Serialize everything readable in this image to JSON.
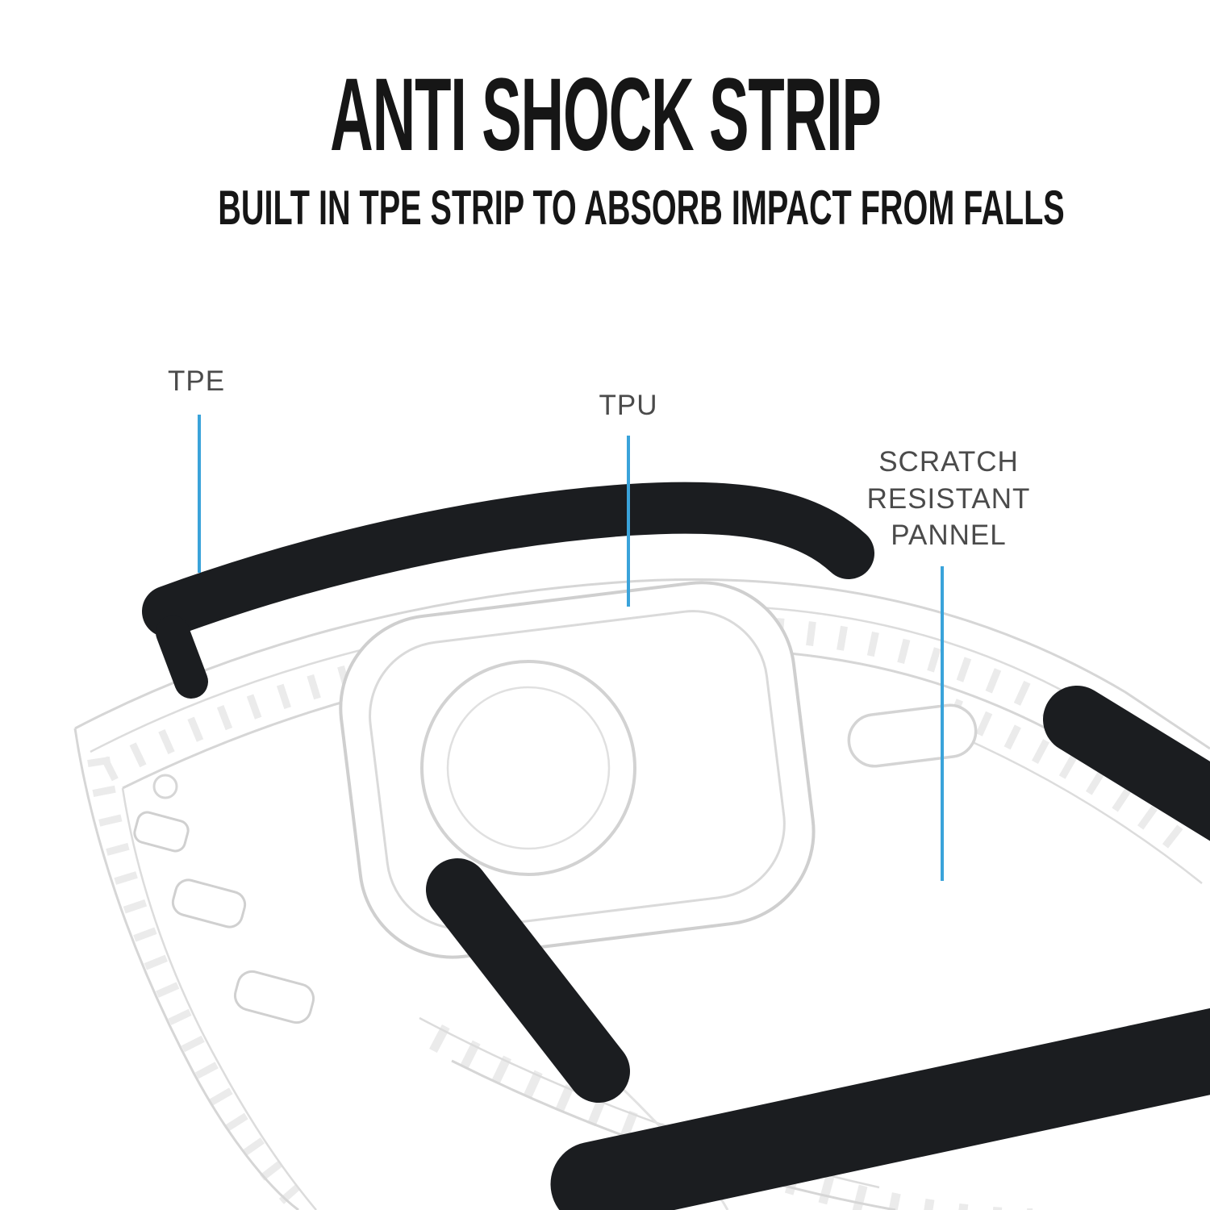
{
  "header": {
    "title": "ANTI SHOCK STRIP",
    "subtitle": "BUILT IN TPE STRIP TO ABSORB IMPACT FROM FALLS"
  },
  "callouts": {
    "tpe": {
      "label": "TPE"
    },
    "tpu": {
      "label": "TPU"
    },
    "scratch": {
      "line1": "SCRATCH",
      "line2": "RESISTANT",
      "line3": "PANNEL"
    }
  },
  "colors": {
    "background": "#ffffff",
    "title_text": "#161616",
    "label_text": "#4b4b4b",
    "leader_line": "#3aa3da",
    "strip_black": "#1b1d20",
    "case_line": "#d6d6d6",
    "case_line_light": "#dcdcdc",
    "rib_fill": "#ebebeb"
  }
}
